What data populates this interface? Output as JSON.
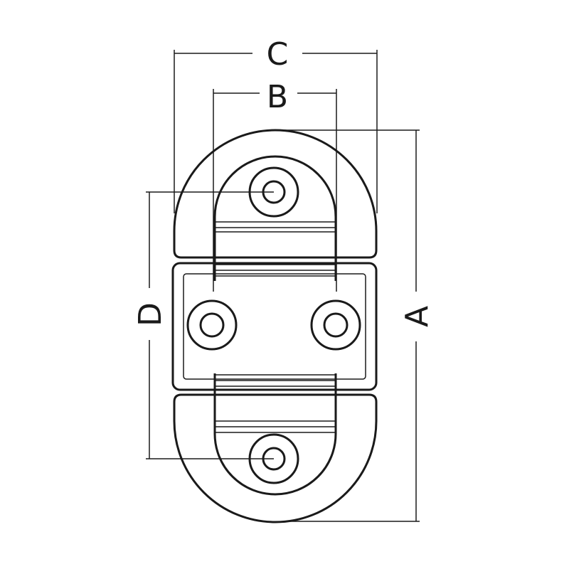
{
  "diagram": {
    "dimensions": [
      {
        "id": "A",
        "label": "A"
      },
      {
        "id": "B",
        "label": "B"
      },
      {
        "id": "C",
        "label": "C"
      },
      {
        "id": "D",
        "label": "D"
      }
    ],
    "colors": {
      "line": "#1a1a1a",
      "background": "#ffffff"
    }
  }
}
